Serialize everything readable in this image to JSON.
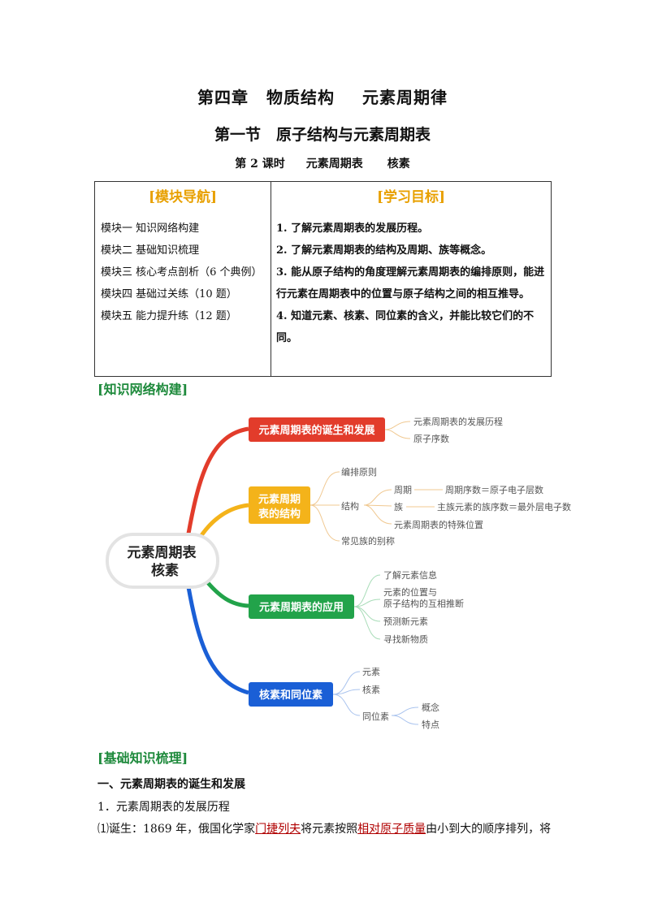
{
  "header": {
    "chapter": "第四章",
    "chapter_part2": "物质结构",
    "chapter_part3": "元素周期律",
    "section": "第一节　原子结构与元素周期表",
    "lesson_part1": "第 2 课时",
    "lesson_part2": "元素周期表",
    "lesson_part3": "核素"
  },
  "table": {
    "left_header": "[模块导航]",
    "right_header": "[学习目标]",
    "modules": [
      "模块一  知识网络构建",
      "模块二  基础知识梳理",
      "模块三  核心考点剖析（6 个典例）",
      "模块四  基础过关练（10 题）",
      "模块五  能力提升练（12 题）"
    ],
    "goals": [
      "1. 了解元素周期表的发展历程。",
      "2. 了解元素周期表的结构及周期、族等概念。",
      "3. 能从原子结构的角度理解元素周期表的编排原则，能进行元素在周期表中的位置与原子结构之间的相互推导。",
      "4. 知道元素、核素、同位素的含义，并能比较它们的不同。"
    ]
  },
  "section_knowledge": "[知识网络构建]",
  "mindmap": {
    "center_line1": "元素周期表",
    "center_line2": "核素",
    "branch1": "元素周期表的诞生和发展",
    "branch1_items": [
      "元素周期表的发展历程",
      "原子序数"
    ],
    "branch2_line1": "元素周期",
    "branch2_line2": "表的结构",
    "branch2_items": {
      "rule": "编排原则",
      "structure": "结构",
      "period": "周期",
      "period_detail": "周期序数＝原子电子层数",
      "group": "族",
      "group_detail": "主族元素的族序数＝最外层电子数",
      "special": "元素周期表的特殊位置",
      "common": "常见族的别称"
    },
    "branch3": "元素周期表的应用",
    "branch3_items": [
      "了解元素信息",
      "元素的位置与",
      "原子结构的互相推断",
      "预测新元素",
      "寻找新物质"
    ],
    "branch4": "核素和同位素",
    "branch4_items": {
      "element": "元素",
      "nuclide": "核素",
      "isotope": "同位素",
      "concept": "概念",
      "feature": "特点"
    },
    "colors": {
      "red": "#e23c2b",
      "orange": "#f4b31a",
      "green": "#22a34a",
      "blue": "#1a5fd6",
      "leaf_line": "#f0c890"
    }
  },
  "section_basic": "[基础知识梳理]",
  "content": {
    "heading1": "一、元素周期表的诞生和发展",
    "heading2": "1．元素周期表的发展历程",
    "p1_a": "⑴诞生：1869 年，俄国化学家",
    "p1_u1": "门捷列夫",
    "p1_b": "将元素按照",
    "p1_u2": "相对原子质量",
    "p1_c": "由小到大的顺序排列，将"
  }
}
